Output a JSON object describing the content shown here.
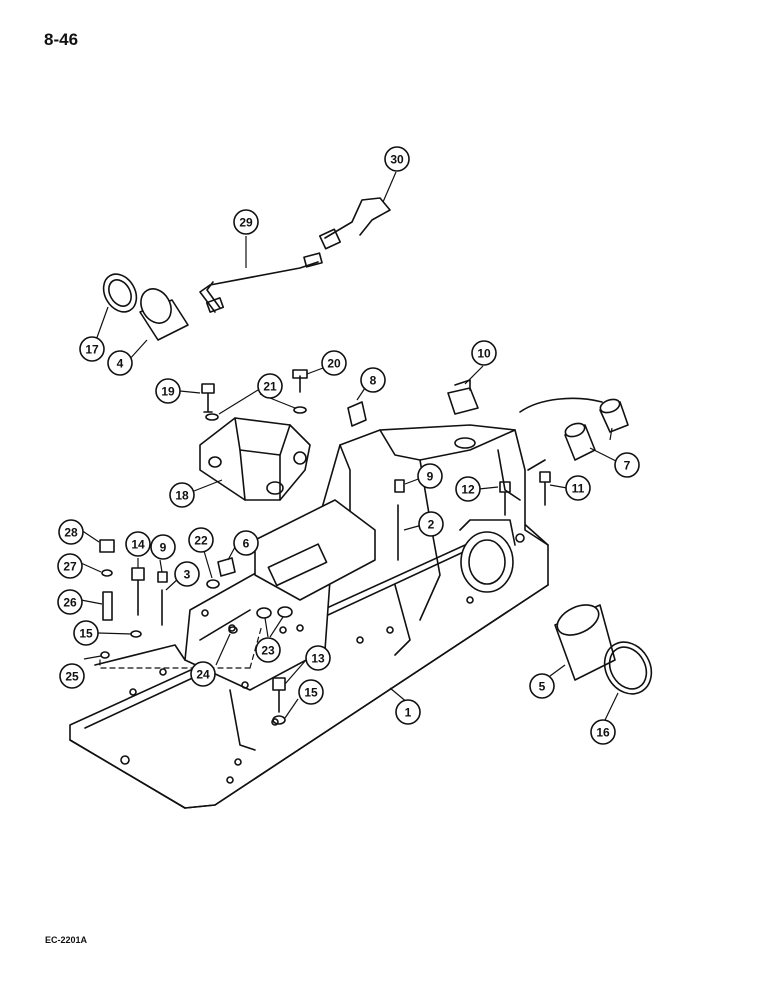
{
  "page": {
    "number": "8-46",
    "footer_code": "EC-2201A"
  },
  "callouts": [
    {
      "id": "1",
      "label": "1"
    },
    {
      "id": "2",
      "label": "2"
    },
    {
      "id": "3",
      "label": "3"
    },
    {
      "id": "4",
      "label": "4"
    },
    {
      "id": "5",
      "label": "5"
    },
    {
      "id": "6",
      "label": "6"
    },
    {
      "id": "7",
      "label": "7"
    },
    {
      "id": "8",
      "label": "8"
    },
    {
      "id": "9a",
      "label": "9"
    },
    {
      "id": "9b",
      "label": "9"
    },
    {
      "id": "10",
      "label": "10"
    },
    {
      "id": "11",
      "label": "11"
    },
    {
      "id": "12",
      "label": "12"
    },
    {
      "id": "13",
      "label": "13"
    },
    {
      "id": "14",
      "label": "14"
    },
    {
      "id": "15a",
      "label": "15"
    },
    {
      "id": "15b",
      "label": "15"
    },
    {
      "id": "16",
      "label": "16"
    },
    {
      "id": "17",
      "label": "17"
    },
    {
      "id": "18",
      "label": "18"
    },
    {
      "id": "19",
      "label": "19"
    },
    {
      "id": "20",
      "label": "20"
    },
    {
      "id": "21",
      "label": "21"
    },
    {
      "id": "22",
      "label": "22"
    },
    {
      "id": "23",
      "label": "23"
    },
    {
      "id": "24",
      "label": "24"
    },
    {
      "id": "25",
      "label": "25"
    },
    {
      "id": "26",
      "label": "26"
    },
    {
      "id": "27",
      "label": "27"
    },
    {
      "id": "28",
      "label": "28"
    },
    {
      "id": "29",
      "label": "29"
    },
    {
      "id": "30",
      "label": "30"
    }
  ]
}
